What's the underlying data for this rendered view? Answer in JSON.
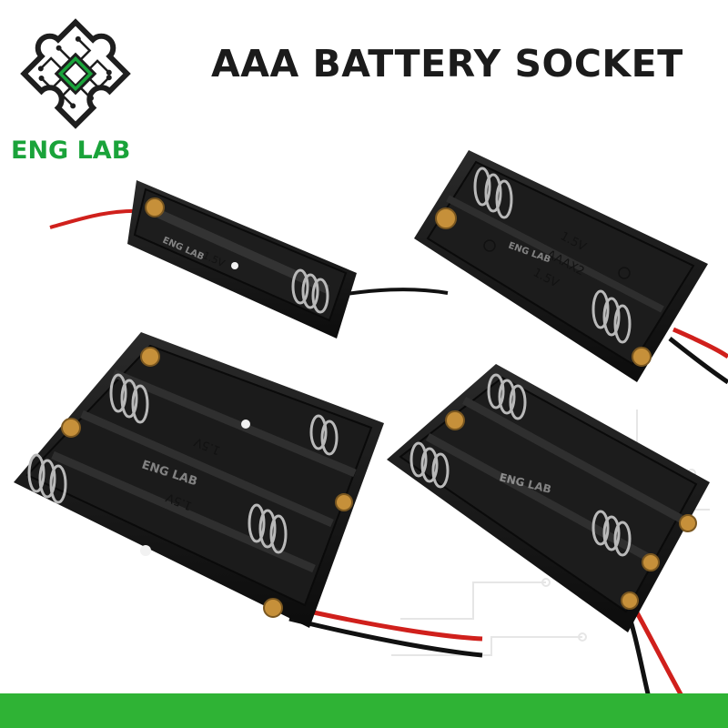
{
  "brand": {
    "name": "ENG LAB",
    "color": "#1aa33a",
    "logo_icon": "puzzle-circuit-icon"
  },
  "headline": "AAA BATTERY SOCKET",
  "bottom_bar_color": "#2fb335",
  "products": [
    {
      "name": "1x AAA battery holder with wire leads",
      "molded_text": [
        "1.5V"
      ],
      "watermark": "ENG LAB"
    },
    {
      "name": "2x AAA battery holder with wire leads",
      "molded_text": [
        "1.5V",
        "AAAX2",
        "1.5V"
      ],
      "watermark": "ENG LAB"
    },
    {
      "name": "4x AAA battery holder with wire leads",
      "molded_text": [
        "1.5V",
        "1.5V"
      ],
      "watermark": "ENG LAB"
    },
    {
      "name": "3x AAA battery holder with wire leads",
      "molded_text": [],
      "watermark": "ENG LAB"
    }
  ],
  "colors": {
    "holder": "#161616",
    "wire_red": "#d0201c",
    "wire_black": "#111111",
    "spring": "#b9b9b9",
    "contact": "#c6903a"
  }
}
